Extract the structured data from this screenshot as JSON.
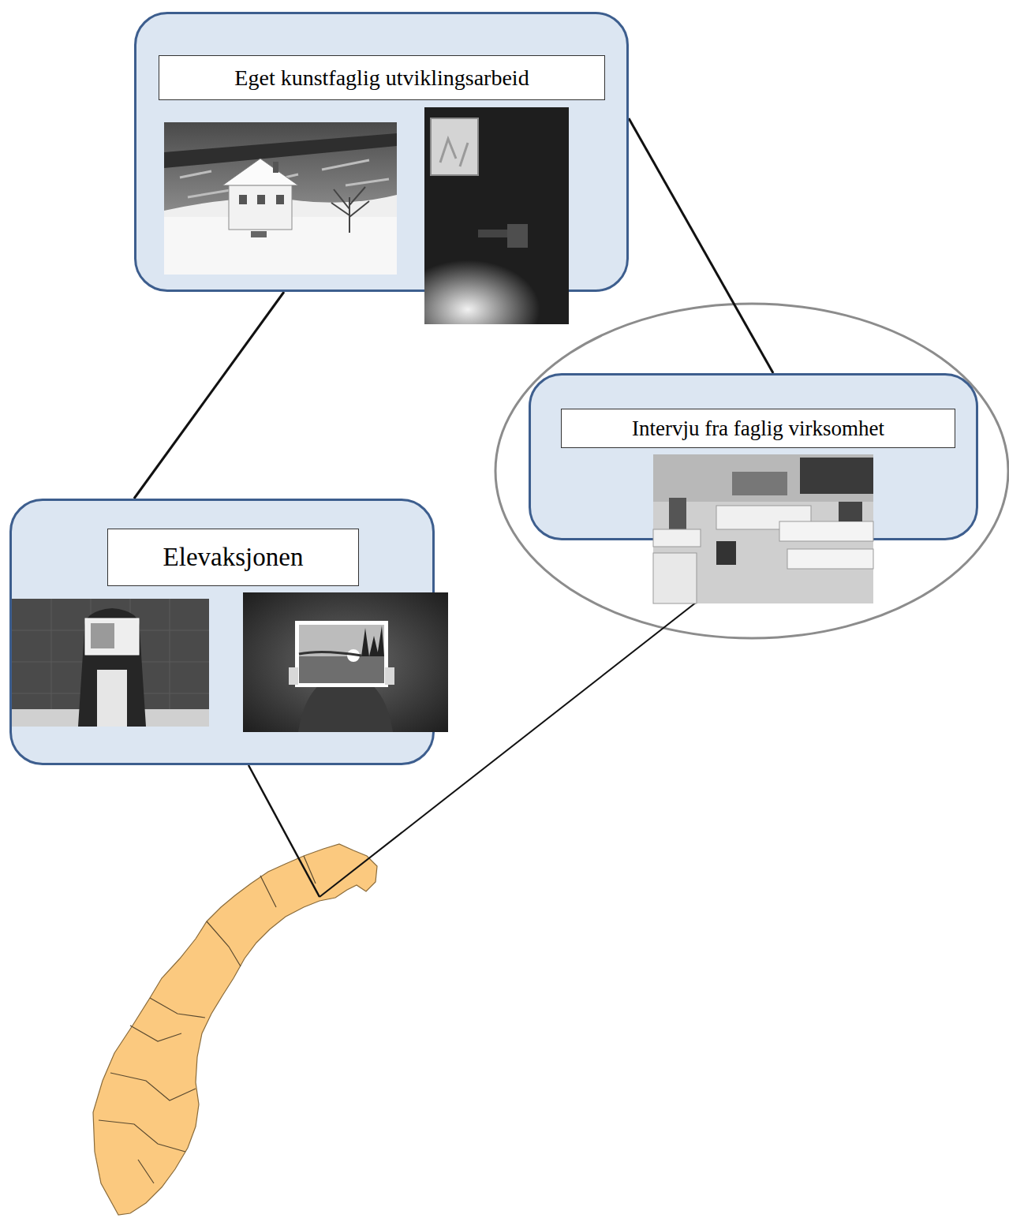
{
  "diagram": {
    "nodes": [
      {
        "text": [
          "Eget kunstfaglig utviklingsarbeid"
        ]
      },
      {
        "text": [
          "Intervju fra faglig virksomhet"
        ]
      },
      {
        "text": [
          "Elevaksjonen"
        ]
      }
    ],
    "edges": [
      {
        "from": 0,
        "to": 2,
        "arrow": "none"
      },
      {
        "from": 0,
        "to": 1,
        "arrow": "none"
      }
    ]
  }
}
